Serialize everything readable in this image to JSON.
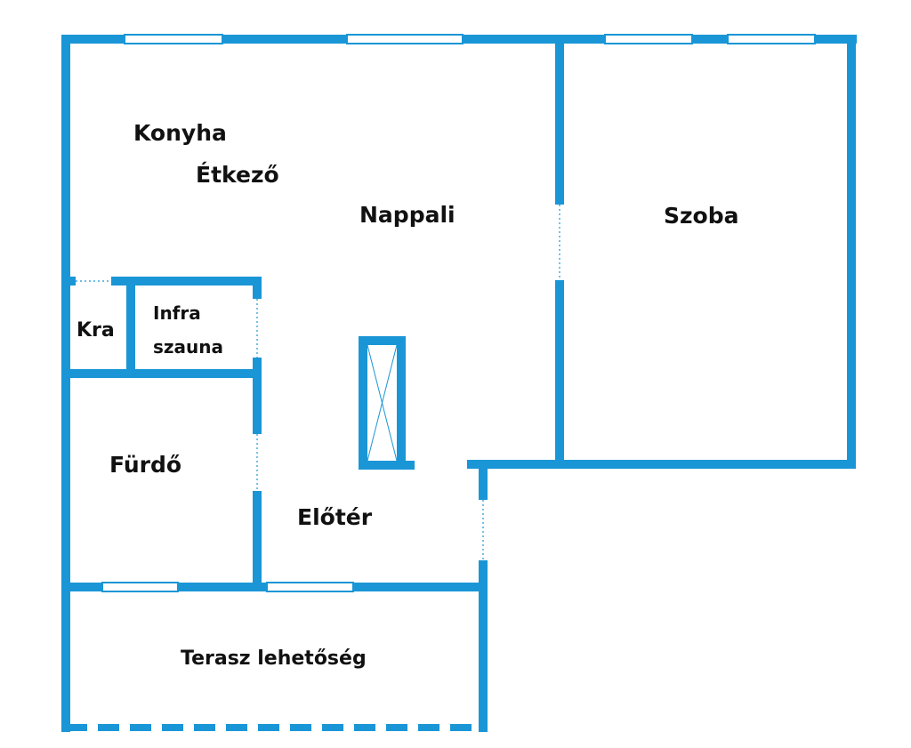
{
  "plan": {
    "wall_color": "#1a96d6",
    "rooms": {
      "konyha": "Konyha",
      "etkezo": "Étkező",
      "nappali": "Nappali",
      "szoba": "Szoba",
      "kra": "Kra",
      "infra_1": "Infra",
      "infra_2": "szauna",
      "furdo": "Fürdő",
      "eloter": "Előtér",
      "terasz": "Terasz lehetőség"
    }
  }
}
